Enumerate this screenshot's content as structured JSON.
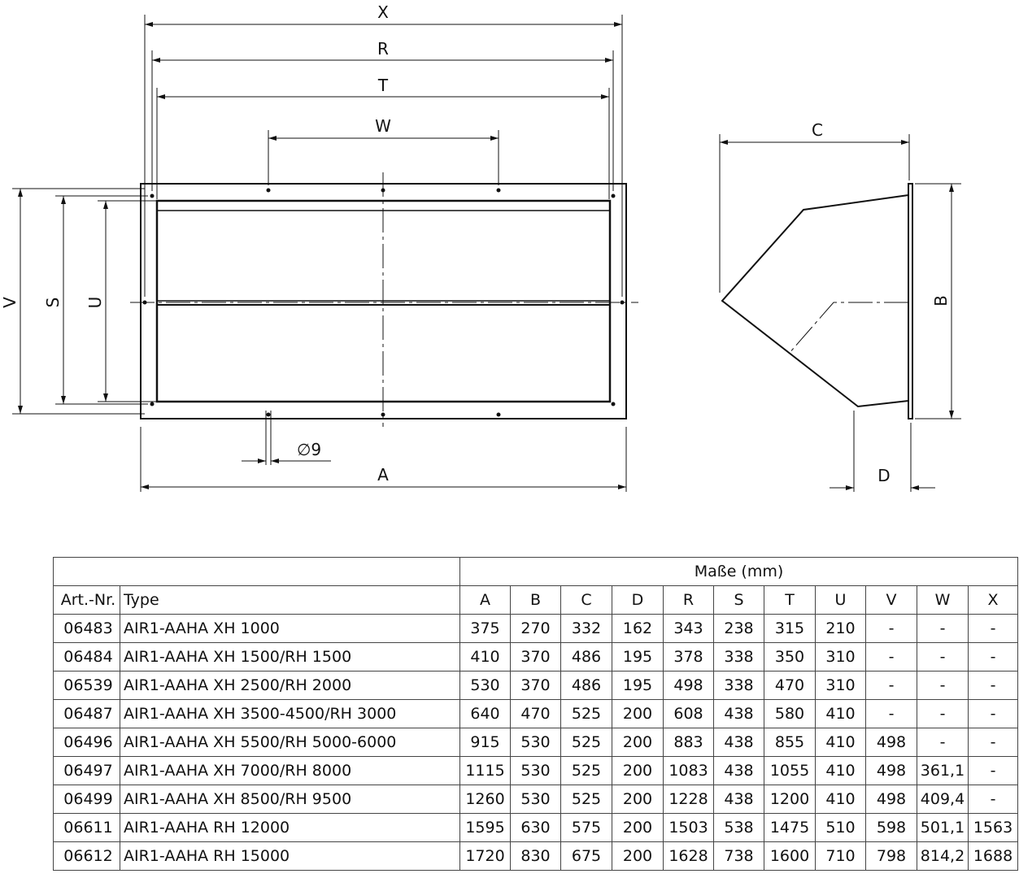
{
  "drawing": {
    "labels": {
      "X": "X",
      "R": "R",
      "T": "T",
      "W": "W",
      "A": "A",
      "V": "V",
      "S": "S",
      "U": "U",
      "C": "C",
      "B": "B",
      "D": "D",
      "hole": "∅9"
    }
  },
  "table": {
    "group_header": "Maße (mm)",
    "headers": [
      "Art.-Nr.",
      "Type",
      "A",
      "B",
      "C",
      "D",
      "R",
      "S",
      "T",
      "U",
      "V",
      "W",
      "X"
    ],
    "rows": [
      [
        "06483",
        "AIR1-AAHA XH 1000",
        "375",
        "270",
        "332",
        "162",
        "343",
        "238",
        "315",
        "210",
        "-",
        "-",
        "-"
      ],
      [
        "06484",
        "AIR1-AAHA XH 1500/RH 1500",
        "410",
        "370",
        "486",
        "195",
        "378",
        "338",
        "350",
        "310",
        "-",
        "-",
        "-"
      ],
      [
        "06539",
        "AIR1-AAHA XH 2500/RH 2000",
        "530",
        "370",
        "486",
        "195",
        "498",
        "338",
        "470",
        "310",
        "-",
        "-",
        "-"
      ],
      [
        "06487",
        "AIR1-AAHA XH 3500-4500/RH 3000",
        "640",
        "470",
        "525",
        "200",
        "608",
        "438",
        "580",
        "410",
        "-",
        "-",
        "-"
      ],
      [
        "06496",
        "AIR1-AAHA XH 5500/RH 5000-6000",
        "915",
        "530",
        "525",
        "200",
        "883",
        "438",
        "855",
        "410",
        "498",
        "-",
        "-"
      ],
      [
        "06497",
        "AIR1-AAHA XH 7000/RH 8000",
        "1115",
        "530",
        "525",
        "200",
        "1083",
        "438",
        "1055",
        "410",
        "498",
        "361,1",
        "-"
      ],
      [
        "06499",
        "AIR1-AAHA XH 8500/RH 9500",
        "1260",
        "530",
        "525",
        "200",
        "1228",
        "438",
        "1200",
        "410",
        "498",
        "409,4",
        "-"
      ],
      [
        "06611",
        "AIR1-AAHA RH 12000",
        "1595",
        "630",
        "575",
        "200",
        "1503",
        "538",
        "1475",
        "510",
        "598",
        "501,1",
        "1563"
      ],
      [
        "06612",
        "AIR1-AAHA RH 15000",
        "1720",
        "830",
        "675",
        "200",
        "1628",
        "738",
        "1600",
        "710",
        "798",
        "814,2",
        "1688"
      ]
    ]
  }
}
